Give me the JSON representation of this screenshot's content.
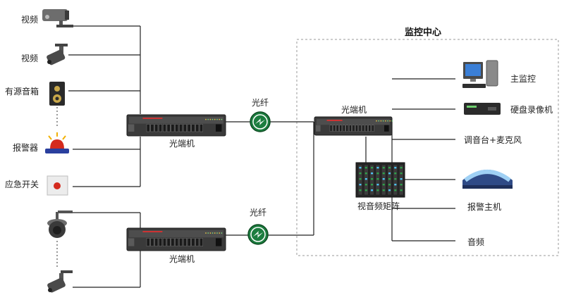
{
  "left_devices": {
    "camera_1": "视频",
    "camera_2": "视频",
    "speaker": "有源音箱",
    "alarm": "报警器",
    "emergency_switch": "应急开关"
  },
  "left_transceivers": {
    "top_label": "光端机",
    "bottom_label": "光端机"
  },
  "fiber": {
    "top_label": "光纤",
    "bottom_label": "光纤"
  },
  "monitoring_center": {
    "title": "监控中心",
    "transceiver_label": "光端机",
    "matrix_label": "视音频矩阵",
    "outputs": {
      "main_monitor": "主监控",
      "dvr": "硬盘录像机",
      "mixer": "调音台+麦克风",
      "alarm_host": "报警主机",
      "audio": "音频"
    }
  },
  "colors": {
    "wire": "#222222",
    "fiber_badge": "#1c7d3f",
    "dashed_border": "#9a9a9a",
    "alarm_red": "#d42a1e",
    "transceiver_body": "#3a3a3a"
  }
}
